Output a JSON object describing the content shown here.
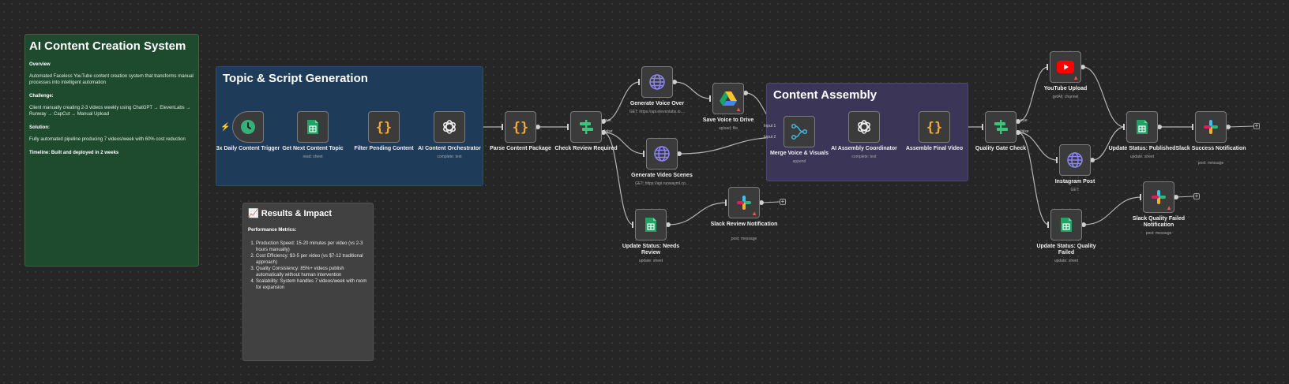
{
  "colors": {
    "canvas": "#262626",
    "accent": "#ff6d5a",
    "edge": "#b5b5b5"
  },
  "sticky_notes": {
    "system": {
      "title": "AI Content Creation System",
      "overview_heading": "Overview",
      "overview_text": "Automated Faceless YouTube content creation system that transforms manual processes into intelligent automation",
      "challenge_heading": "Challenge:",
      "challenge_text": "Client manually creating 2-3 videos weekly using ChatGPT → ElevenLabs → Runway → CapCut → Manual Upload",
      "solution_heading": "Solution:",
      "solution_text": "Fully automated pipeline producing 7 videos/week with 60% cost reduction",
      "timeline_text": "Timeline: Built and deployed in 2 weeks"
    },
    "topic_script": {
      "title": "Topic & Script Generation"
    },
    "content_assembly": {
      "title": "Content Assembly"
    },
    "results": {
      "title": "📈 Results & Impact",
      "metrics_heading": "Performance Metrics:",
      "items": [
        "Production Speed: 15-20 minutes per video (vs 2-3 hours manually)",
        "Cost Efficiency: $3-5 per video (vs $7-12 traditional approach)",
        "Quality Consistency: 85%+ videos publish automatically without human intervention",
        "Scalability: System handles 7 videos/week with room for expansion"
      ]
    }
  },
  "nodes": [
    {
      "key": "trigger",
      "label": "3x Daily Content Trigger",
      "subtitle": "",
      "icon": "clock-icon",
      "warning": false
    },
    {
      "key": "get_topic",
      "label": "Get Next Content Topic",
      "subtitle": "read: sheet",
      "icon": "google-sheets-icon",
      "warning": false
    },
    {
      "key": "filter_pending",
      "label": "Filter Pending Content",
      "subtitle": "",
      "icon": "code-braces-icon",
      "warning": false
    },
    {
      "key": "ai_orchestrator",
      "label": "AI Content Orchestrator",
      "subtitle": "complete: text",
      "icon": "openai-icon",
      "warning": false
    },
    {
      "key": "parse_package",
      "label": "Parse Content Package",
      "subtitle": "",
      "icon": "code-braces-icon",
      "warning": false
    },
    {
      "key": "check_review",
      "label": "Check Review Required",
      "subtitle": "",
      "icon": "if-branch-icon",
      "warning": false
    },
    {
      "key": "voice_over",
      "label": "Generate Voice Over",
      "subtitle": "GET: https://api.elevenlabs.io....",
      "icon": "globe-icon",
      "warning": false
    },
    {
      "key": "video_scenes",
      "label": "Generate Video Scenes",
      "subtitle": "GET: https://api.runwayml.co...",
      "icon": "globe-icon",
      "warning": false
    },
    {
      "key": "status_review",
      "label": "Update Status: Needs Review",
      "subtitle": "update: sheet",
      "icon": "google-sheets-icon",
      "warning": false
    },
    {
      "key": "save_drive",
      "label": "Save Voice to Drive",
      "subtitle": "upload: file",
      "icon": "google-drive-icon",
      "warning": true
    },
    {
      "key": "slack_review",
      "label": "Slack Review Notification",
      "subtitle": "post: message",
      "icon": "slack-icon",
      "warning": true
    },
    {
      "key": "merge",
      "label": "Merge Voice & Visuals",
      "subtitle": "append",
      "icon": "merge-icon",
      "warning": false
    },
    {
      "key": "ai_assembly",
      "label": "AI Assembly Coordinator",
      "subtitle": "complete: text",
      "icon": "openai-icon",
      "warning": false
    },
    {
      "key": "assemble_video",
      "label": "Assemble Final Video",
      "subtitle": "",
      "icon": "code-braces-icon",
      "warning": false
    },
    {
      "key": "quality_gate",
      "label": "Quality Gate Check",
      "subtitle": "",
      "icon": "if-branch-icon",
      "warning": false
    },
    {
      "key": "youtube",
      "label": "YouTube Upload",
      "subtitle": "getAll: channel",
      "icon": "youtube-icon",
      "warning": true
    },
    {
      "key": "instagram",
      "label": "Instagram Post",
      "subtitle": "GET: ",
      "icon": "globe-icon",
      "warning": false
    },
    {
      "key": "status_quality_failed",
      "label": "Update Status: Quality Failed",
      "subtitle": "update: sheet",
      "icon": "google-sheets-icon",
      "warning": false
    },
    {
      "key": "status_published",
      "label": "Update Status: Published",
      "subtitle": "update: sheet",
      "icon": "google-sheets-icon",
      "warning": false
    },
    {
      "key": "slack_quality_failed",
      "label": "Slack Quality Failed Notification",
      "subtitle": "post: message",
      "icon": "slack-icon",
      "warning": true
    },
    {
      "key": "slack_success",
      "label": "Slack Success Notification",
      "subtitle": "post: message",
      "icon": "slack-icon",
      "warning": false
    }
  ],
  "port_labels": {
    "true": "true",
    "false": "false",
    "input1": "Input 1",
    "input2": "Input 2"
  },
  "add_node": "+"
}
